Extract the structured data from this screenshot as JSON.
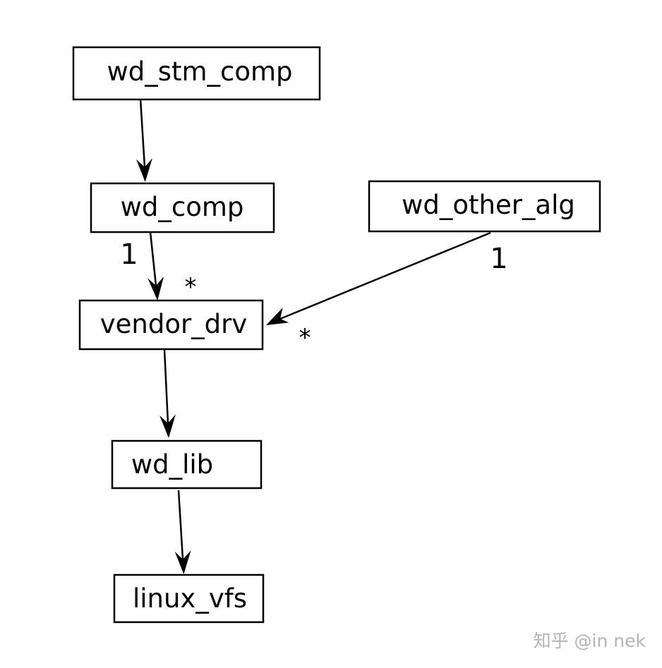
{
  "nodes": {
    "wd_stm_comp": "wd_stm_comp",
    "wd_comp": "wd_comp",
    "wd_other_alg": "wd_other_alg",
    "vendor_drv": "vendor_drv",
    "wd_lib": "wd_lib",
    "linux_vfs": "linux_vfs"
  },
  "edges": [
    {
      "from": "wd_stm_comp",
      "to": "wd_comp"
    },
    {
      "from": "wd_comp",
      "to": "vendor_drv",
      "source_multiplicity": "1",
      "target_multiplicity": "*"
    },
    {
      "from": "wd_other_alg",
      "to": "vendor_drv",
      "source_multiplicity": "1",
      "target_multiplicity": "*"
    },
    {
      "from": "vendor_drv",
      "to": "wd_lib"
    },
    {
      "from": "wd_lib",
      "to": "linux_vfs"
    }
  ],
  "watermark": "知乎 @in nek",
  "colors": {
    "stroke": "#000000",
    "background": "#ffffff",
    "watermark": "#b4b4b4"
  }
}
